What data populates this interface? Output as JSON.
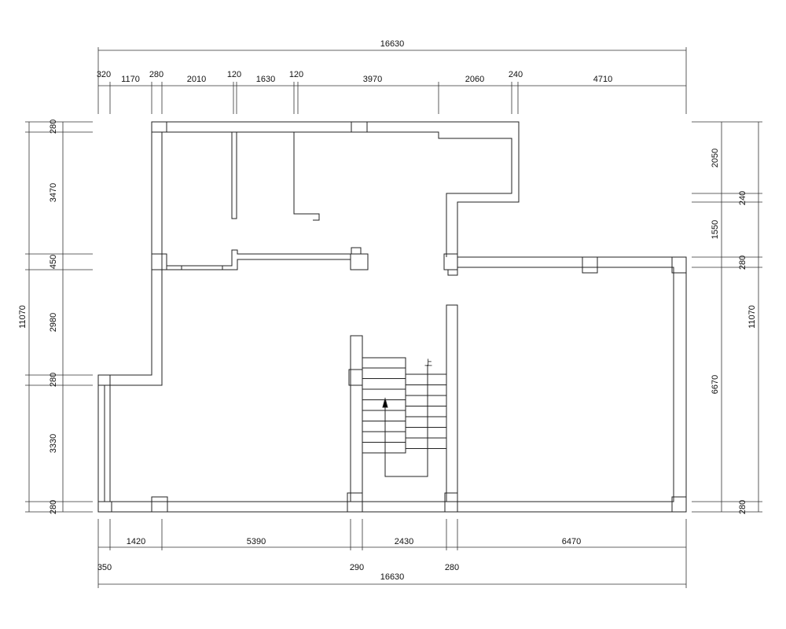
{
  "top": {
    "total": "16630",
    "segments": [
      "320",
      "1170",
      "280",
      "2010",
      "120",
      "1630",
      "120",
      "3970",
      "2060",
      "240",
      "4710"
    ]
  },
  "bottom": {
    "total": "16630",
    "segments": [
      "1420",
      "5390",
      "2430",
      "6470"
    ],
    "small": [
      "350",
      "290",
      "280"
    ]
  },
  "left": {
    "total": "11070",
    "segments": [
      "280",
      "3470",
      "450",
      "2980",
      "280",
      "3330",
      "280"
    ]
  },
  "right": {
    "total": "11070",
    "segments": [
      "2050",
      "240",
      "1550",
      "280",
      "6670",
      "280"
    ]
  },
  "stair_label": "上"
}
